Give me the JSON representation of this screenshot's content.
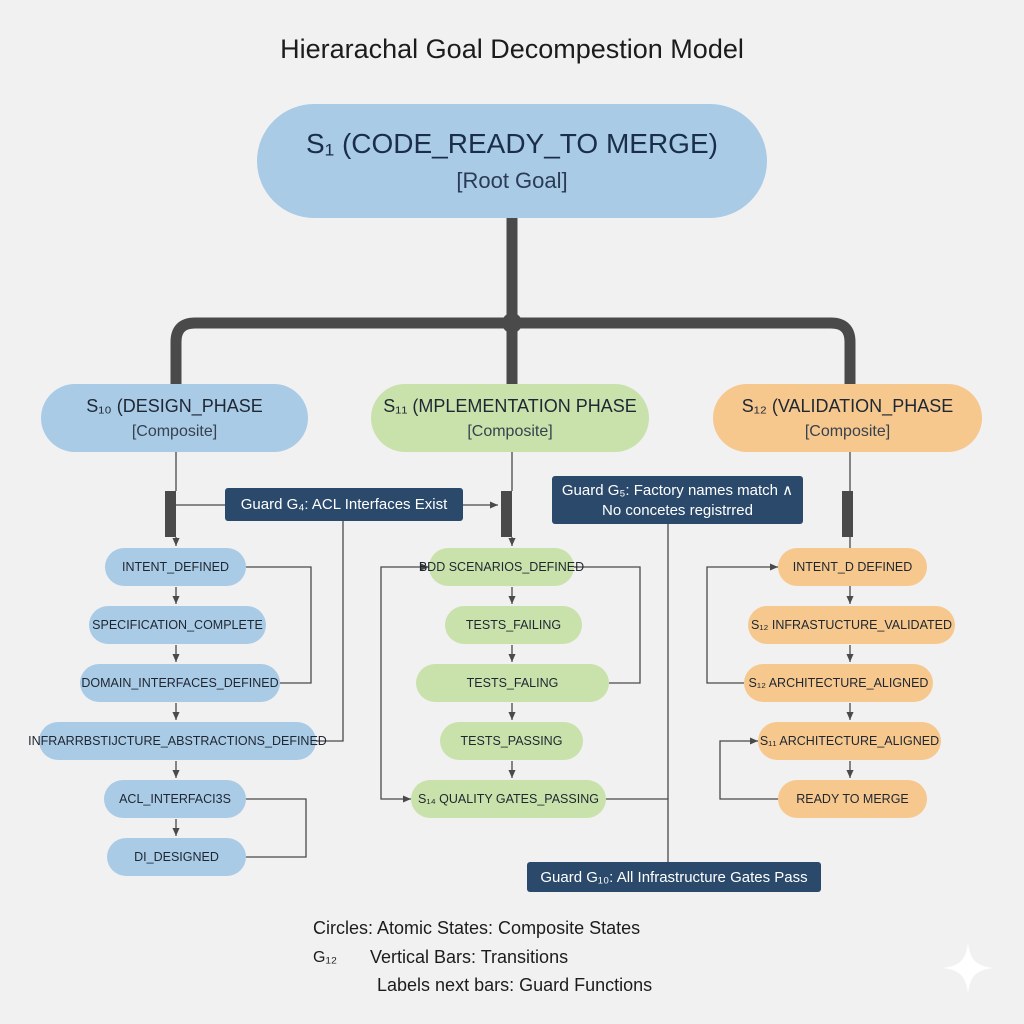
{
  "title": "Hierarachal Goal Decompestion Model",
  "root": {
    "label": "S₁ (CODE_READY_TO MERGE)",
    "sublabel": "[Root Goal]"
  },
  "composites": [
    {
      "label": "S₁₀ (DESIGN_PHASE",
      "sublabel": "[Composite]"
    },
    {
      "label": "S₁₁ (MPLEMENTATION PHASE",
      "sublabel": "[Composite]"
    },
    {
      "label": "S₁₂ (VALIDATION_PHASE",
      "sublabel": "[Composite]"
    }
  ],
  "design_states": [
    "INTENT_DEFINED",
    "SPECIFICATION_COMPLETE",
    "DOMAIN_INTERFACES_DEFINED",
    "INFRARRBSTIJCTURE_ABSTRACTIONS_DEFINED",
    "ACL_INTERFACI3S",
    "DI_DESIGNED"
  ],
  "implementation_states": [
    "BDD SCENARIOS_DEFINED",
    "TESTS_FAILING",
    "TESTS_FALING",
    "TESTS_PASSING",
    "S₁₄ QUALITY GATES_PASSING"
  ],
  "validation_states": [
    "INTENT_D DEFINED",
    "S₁₂ INFRASTUCTURE_VALIDATED",
    "S₁₂ ARCHITECTURE_ALIGNED",
    "S₁₁ ARCHITECTURE_ALIGNED",
    "READY TO MERGE"
  ],
  "guards": {
    "g4": "Guard G₄: ACL Interfaces Exist",
    "g5_line1": "Guard G₅: Factory names match ∧",
    "g5_line2": "No concetes registrred",
    "g10": "Guard G₁₀: All Infrastructure Gates Pass"
  },
  "legend": {
    "line1": "Circles: Atomic States: Composite States",
    "key": "G₁₂",
    "line2": "Vertical Bars: Transitions",
    "line3": "Labels next bars: Guard Functions"
  },
  "colors": {
    "blue": "#a9cbe6",
    "green": "#c9e2ab",
    "orange": "#f7c88e",
    "guard": "#2b4a6b",
    "connector": "#4a4a4a"
  }
}
